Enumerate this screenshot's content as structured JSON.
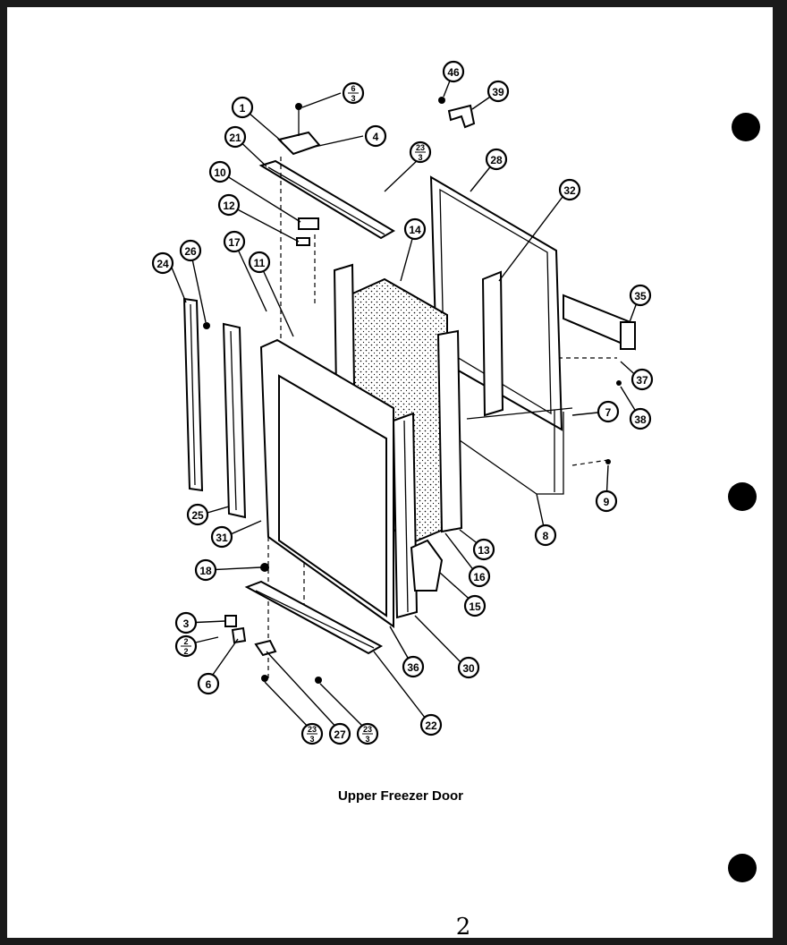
{
  "diagram": {
    "caption": "Upper Freezer Door",
    "page_mark": "2",
    "callouts": [
      {
        "id": "c1",
        "label": "1"
      },
      {
        "id": "c4",
        "label": "4"
      },
      {
        "id": "c21",
        "label": "21"
      },
      {
        "id": "c10",
        "label": "10"
      },
      {
        "id": "c12",
        "label": "12"
      },
      {
        "id": "c17",
        "label": "17"
      },
      {
        "id": "c11",
        "label": "11"
      },
      {
        "id": "c24",
        "label": "24"
      },
      {
        "id": "c26",
        "label": "26"
      },
      {
        "id": "c25",
        "label": "25"
      },
      {
        "id": "c31",
        "label": "31"
      },
      {
        "id": "c18",
        "label": "18"
      },
      {
        "id": "c3",
        "label": "3"
      },
      {
        "id": "c6",
        "label": "6"
      },
      {
        "id": "c27",
        "label": "27"
      },
      {
        "id": "c22",
        "label": "22"
      },
      {
        "id": "c36",
        "label": "36"
      },
      {
        "id": "c30",
        "label": "30"
      },
      {
        "id": "c15",
        "label": "15"
      },
      {
        "id": "c16",
        "label": "16"
      },
      {
        "id": "c13",
        "label": "13"
      },
      {
        "id": "c14",
        "label": "14"
      },
      {
        "id": "c28",
        "label": "28"
      },
      {
        "id": "c32",
        "label": "32"
      },
      {
        "id": "c35",
        "label": "35"
      },
      {
        "id": "c37",
        "label": "37"
      },
      {
        "id": "c38",
        "label": "38"
      },
      {
        "id": "c7",
        "label": "7"
      },
      {
        "id": "c9",
        "label": "9"
      },
      {
        "id": "c8",
        "label": "8"
      },
      {
        "id": "c46",
        "label": "46"
      },
      {
        "id": "c39",
        "label": "39"
      }
    ],
    "fraction_callouts": [
      {
        "id": "f63",
        "top": "6",
        "bottom": "3"
      },
      {
        "id": "f23a",
        "top": "23",
        "bottom": "3"
      },
      {
        "id": "f22",
        "top": "2",
        "bottom": "2"
      },
      {
        "id": "f23b",
        "top": "23",
        "bottom": "3"
      },
      {
        "id": "f23c",
        "top": "23",
        "bottom": "3"
      }
    ]
  }
}
